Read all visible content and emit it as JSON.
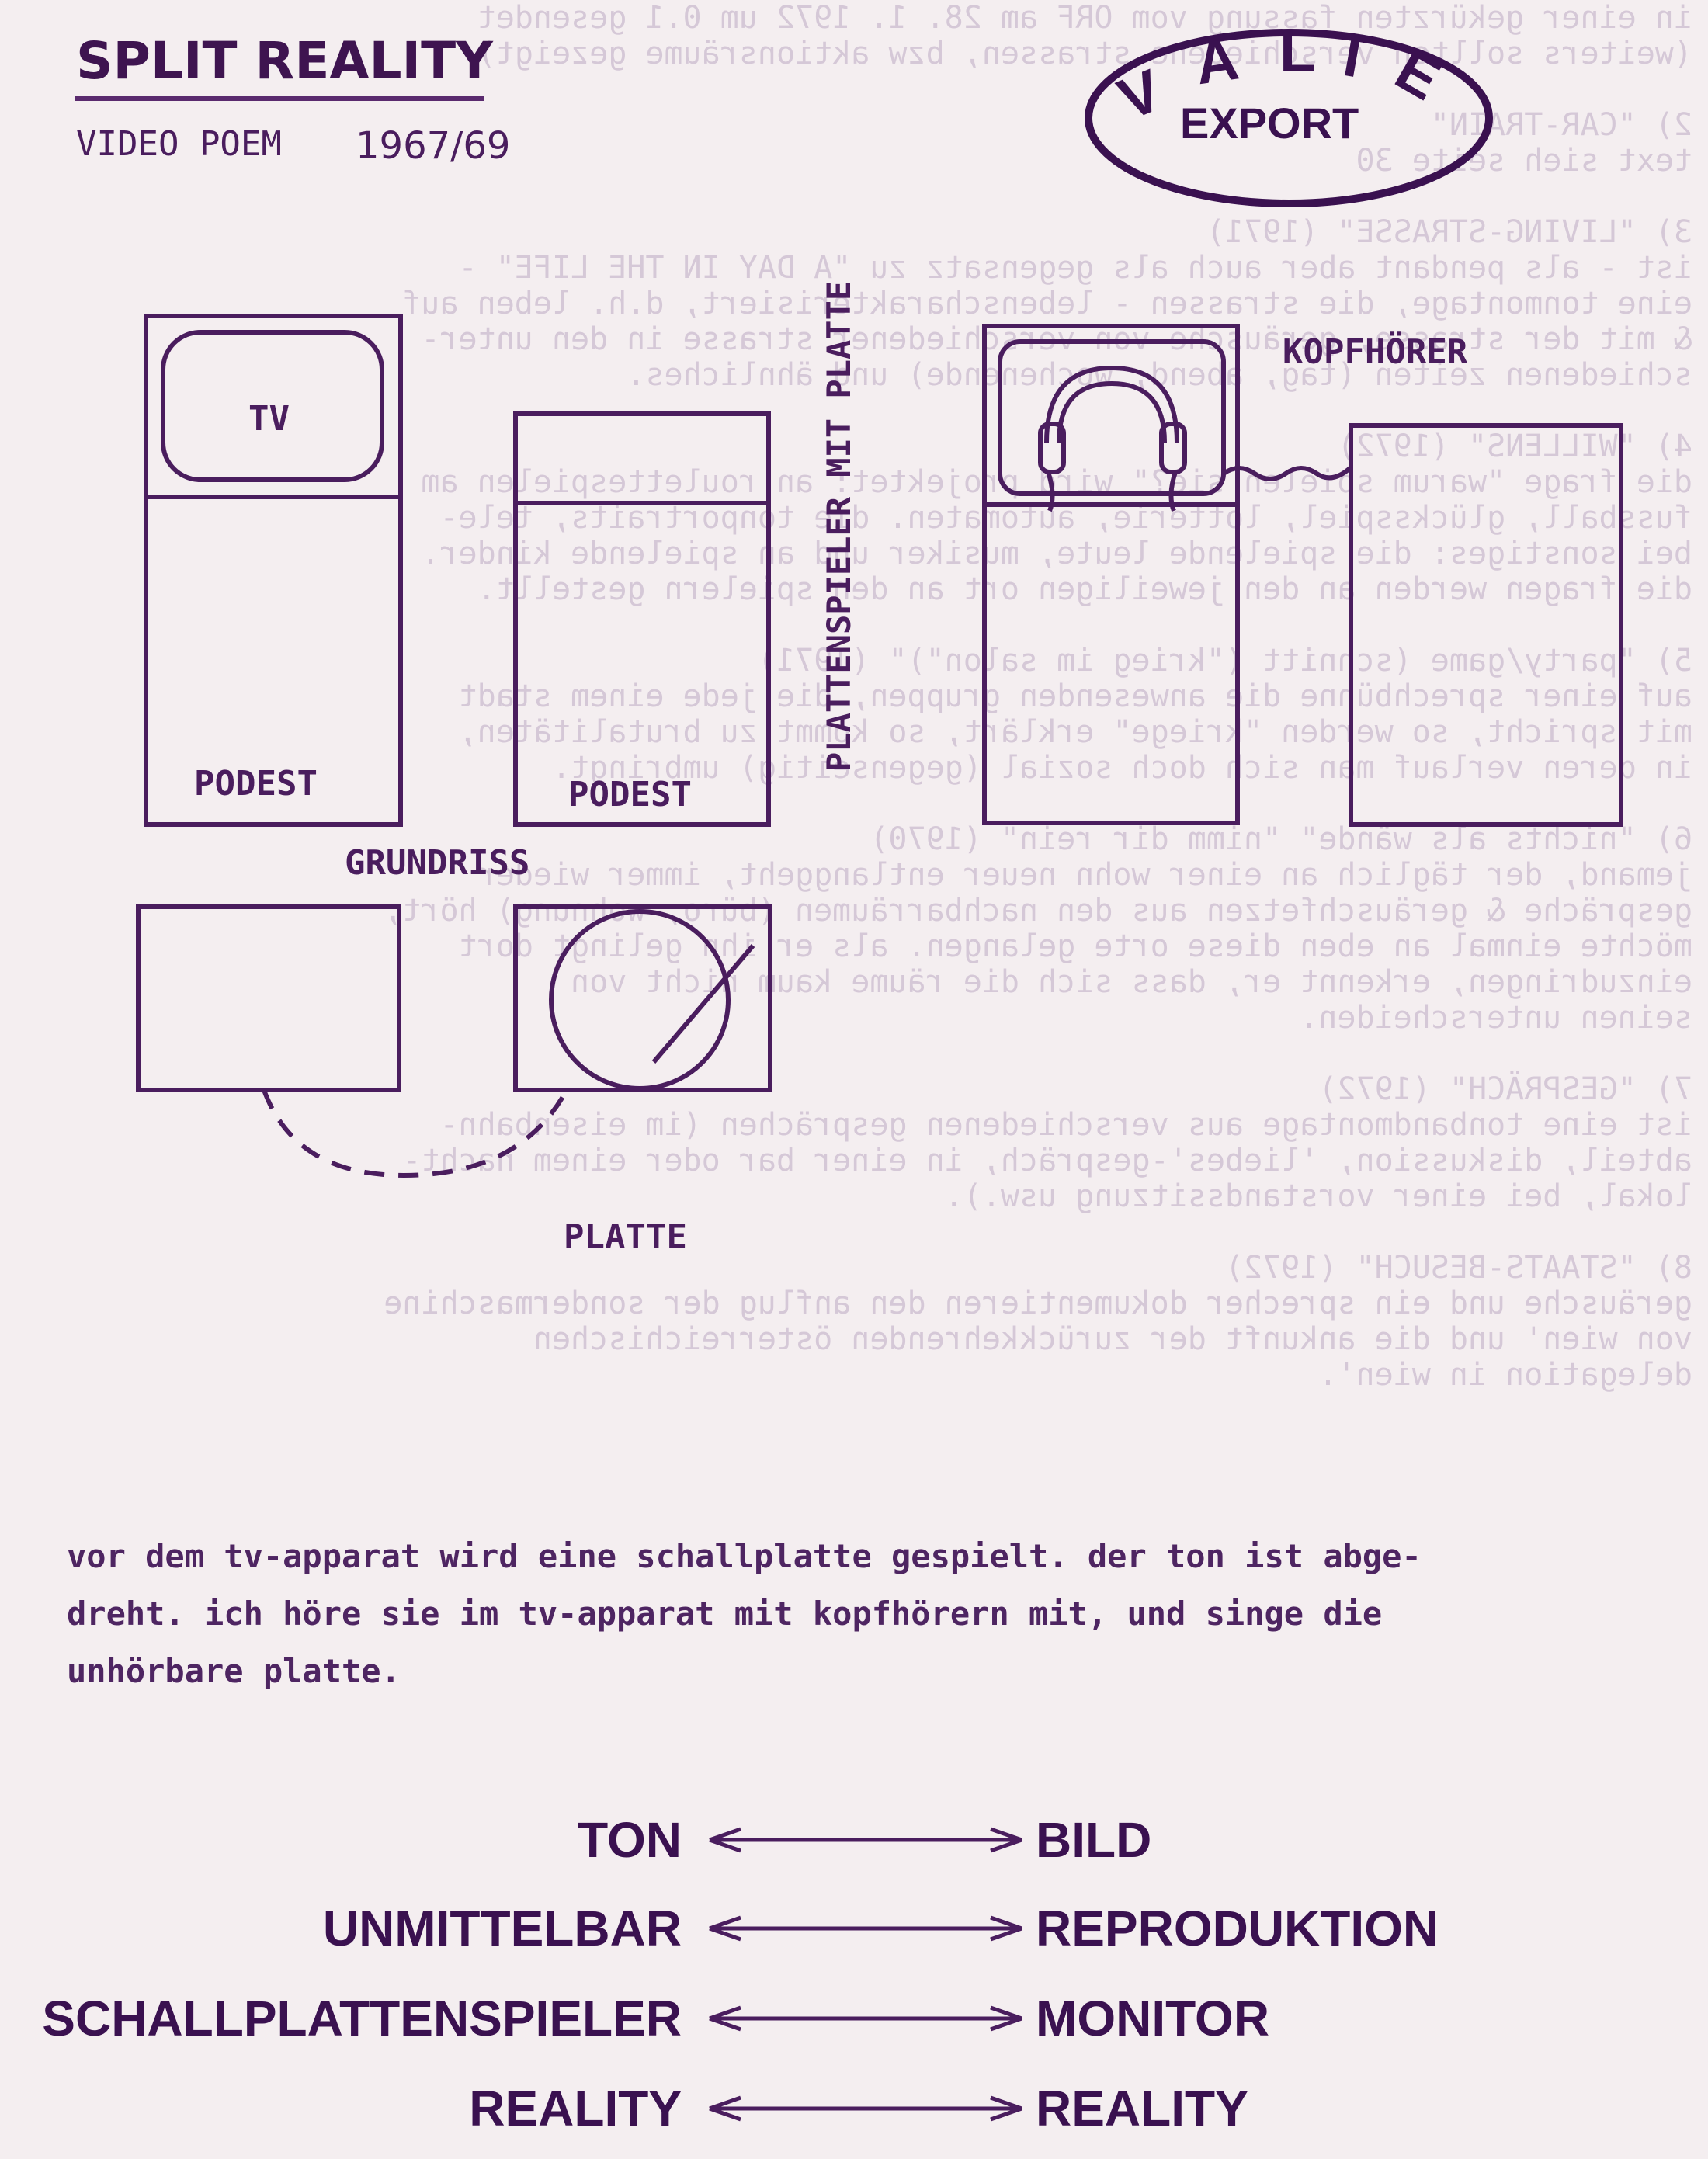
{
  "header": {
    "title": "SPLIT REALITY",
    "subtitle": "VIDEO POEM",
    "year": "1967/69"
  },
  "logo": {
    "name": "VALIE",
    "sub": "EXPORT"
  },
  "diagram": {
    "tv_label": "TV",
    "podest_left": "PODEST",
    "podest_middle": "PODEST",
    "vertical_label": "PLATTENSPIELER MIT PLATTE",
    "headphones_label": "KOPFHÖRER",
    "floorplan_label": "GRUNDRISS",
    "record_label": "PLATTE"
  },
  "body": {
    "lines": [
      "vor dem tv-apparat wird eine schallplatte gespielt. der ton ist abge-",
      "dreht. ich höre sie im tv-apparat mit kopfhörern mit, und singe die",
      "unhörbare platte."
    ]
  },
  "pairs": [
    {
      "left": "TON",
      "right": "BILD"
    },
    {
      "left": "UNMITTELBAR",
      "right": "REPRODUKTION"
    },
    {
      "left": "SCHALLPLATTENSPIELER",
      "right": "MONITOR"
    },
    {
      "left": "REALITY",
      "right": "REALITY"
    }
  ],
  "colors": {
    "ink": "#4a1d5e",
    "paper": "#f4eef0"
  }
}
